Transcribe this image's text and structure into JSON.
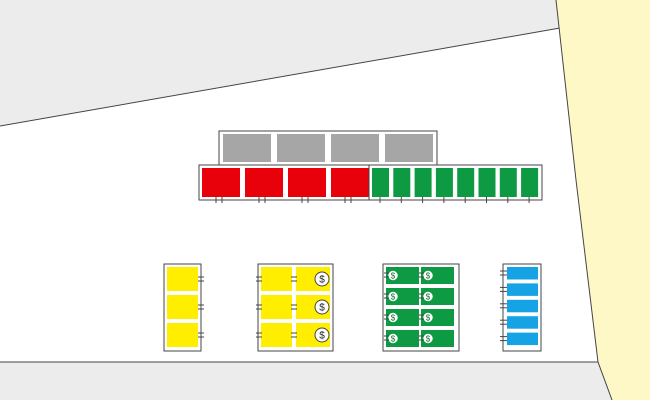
{
  "colors": {
    "background": "#ffffff",
    "road": "#ececec",
    "sand": "#fdf8c6",
    "outline": "#444444",
    "gray_block": "#a6a6a6",
    "red_block": "#e8000b",
    "green_block": "#0d9a43",
    "yellow_block": "#ffee00",
    "blue_block": "#16a3e6"
  },
  "scene": {
    "regions": [
      "road-top",
      "road-bottom",
      "sand-strip"
    ],
    "row_top_gray": {
      "count": 4,
      "icon": "gray-block"
    },
    "row_mid_red": {
      "count": 4,
      "icon": "red-block"
    },
    "row_mid_green": {
      "count": 8,
      "icon": "green-block"
    },
    "stack_yellow_single": {
      "count": 3,
      "icon": "yellow-block"
    },
    "stack_yellow_double": {
      "count": 6,
      "icon": "yellow-block-dollar",
      "dollar_count": 3
    },
    "stack_green_money": {
      "count": 8,
      "icon": "green-block-dollar"
    },
    "stack_blue": {
      "count": 5,
      "icon": "blue-block"
    }
  }
}
